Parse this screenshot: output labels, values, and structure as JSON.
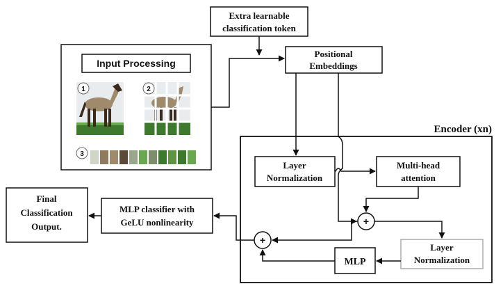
{
  "diagram": {
    "extra_token": {
      "line1": "Extra learnable",
      "line2": "classification token"
    },
    "positional_embeddings": {
      "line1": "Positional",
      "line2": "Embeddings"
    },
    "input_processing": {
      "title": "Input Processing",
      "step_numbers": [
        "1",
        "2",
        "3"
      ]
    },
    "encoder": {
      "title": "Encoder (xn)"
    },
    "layer_norm_1": {
      "line1": "Layer",
      "line2": "Normalization"
    },
    "multi_head_attention": {
      "line1": "Multi-head",
      "line2": "attention"
    },
    "layer_norm_2": {
      "line1": "Layer",
      "line2": "Normalization"
    },
    "mlp": {
      "label": "MLP"
    },
    "plus_symbol": "+",
    "mlp_classifier": {
      "line1": "MLP classifier with",
      "line2": "GeLU nonlinearity"
    },
    "final_output": {
      "line1": "Final",
      "line2": "Classification",
      "line3": "Output."
    }
  },
  "colors": {
    "stroke": "#111111",
    "horse_dark": "#3a2a1e",
    "horse_light": "#a08a6c",
    "grass": "#3d7a2e",
    "grass_light": "#6aa84f",
    "sky": "#e8ecef",
    "ln2_border": "#aaaaaa"
  }
}
